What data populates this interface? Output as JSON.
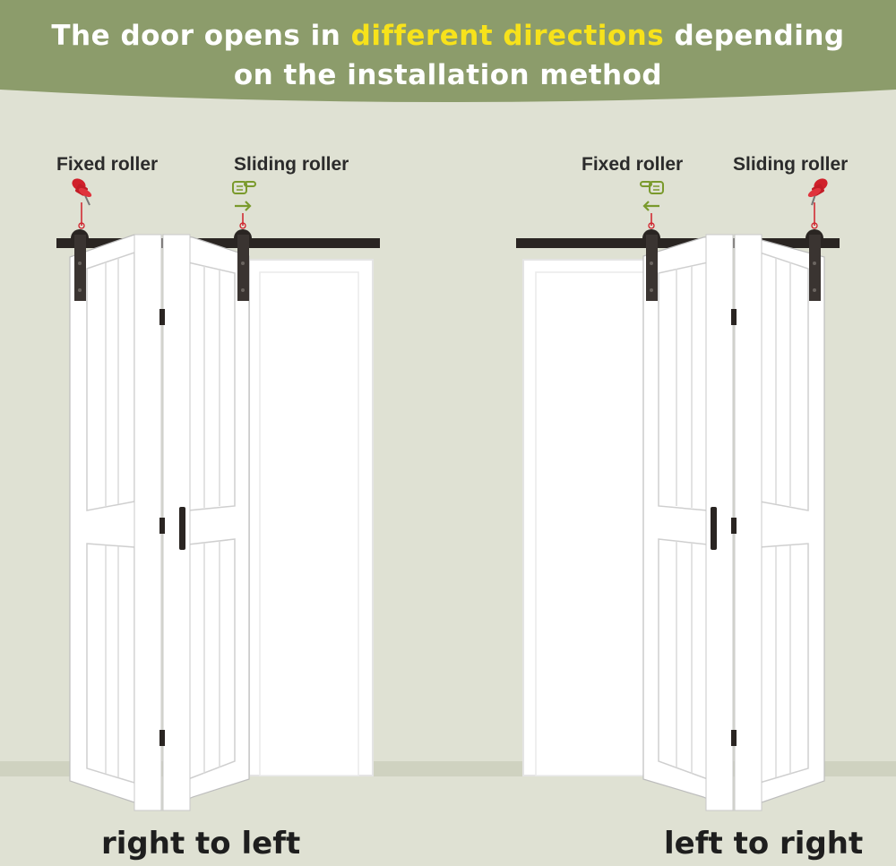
{
  "header": {
    "title_part1": "The door opens in",
    "title_highlight": "different directions",
    "title_part2": "depending",
    "title_line2": "on the installation method",
    "banner_color": "#8c9c6b",
    "highlight_color": "#f7e21b"
  },
  "left_setup": {
    "fixed_label": "Fixed roller",
    "sliding_label": "Sliding roller",
    "fixed_icon": "push-pin-icon",
    "sliding_icon": "pointing-hand-icon",
    "arrow_icon": "arrow-right-icon",
    "caption": "right to left"
  },
  "right_setup": {
    "fixed_label": "Fixed roller",
    "sliding_label": "Sliding roller",
    "fixed_icon": "push-pin-icon",
    "sliding_icon": "pointing-hand-icon",
    "arrow_icon": "arrow-left-icon",
    "caption": "left to right"
  },
  "colors": {
    "wall": "#dfe1d3",
    "floor": "#cfd2c0",
    "door": "#ffffff",
    "hardware": "#2a2522",
    "pin": "#d0202a",
    "hand": "#7a9a2c"
  }
}
